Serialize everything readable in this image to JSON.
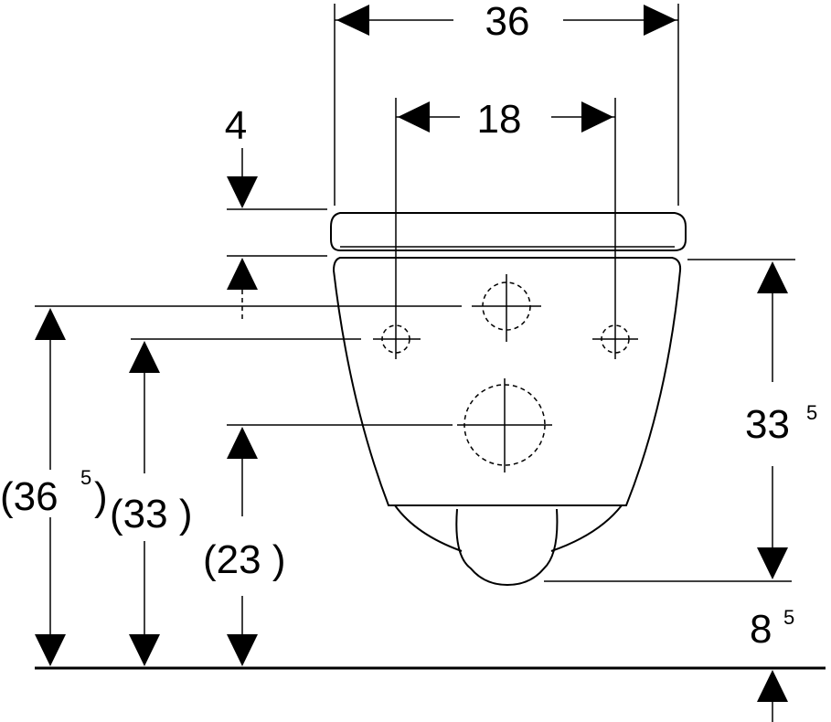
{
  "dimensions": {
    "width_overall": "36",
    "hole_spacing": "18",
    "seat_thickness": "4",
    "height_rim": "33",
    "height_rim_sup": "5",
    "outlet_height": "8",
    "outlet_height_sup": "5",
    "fixing_top": "(36",
    "fixing_top_sup": "5",
    "fixing_top_close": ")",
    "fixing_mid": "(33 )",
    "outlet_center": "(23 )"
  }
}
